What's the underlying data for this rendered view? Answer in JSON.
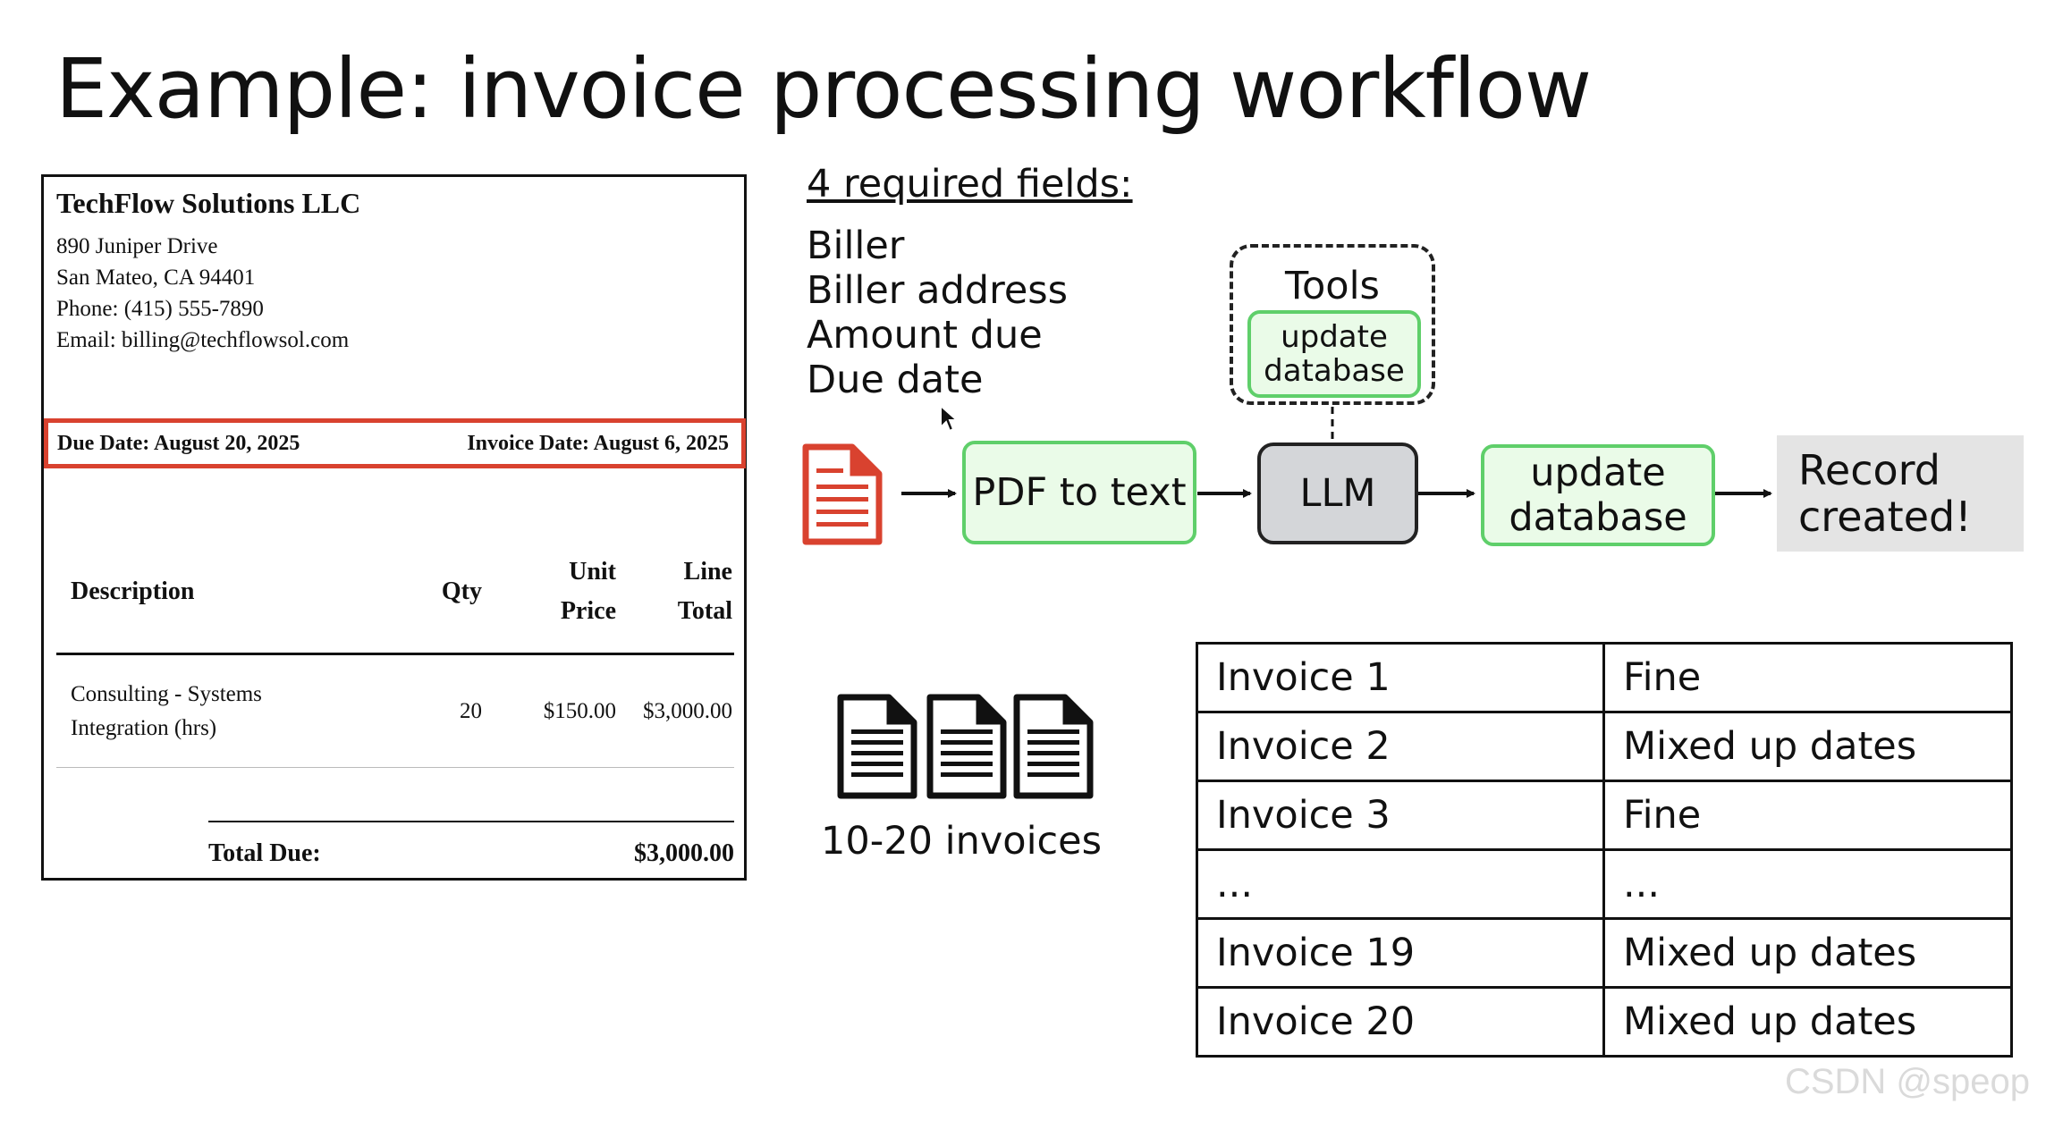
{
  "title": "Example: invoice processing workflow",
  "invoice": {
    "company": "TechFlow Solutions LLC",
    "address_lines": [
      "890 Juniper Drive",
      "San Mateo, CA 94401",
      "Phone: (415) 555-7890",
      "Email: billing@techflowsol.com"
    ],
    "due_date": "Due Date: August 20, 2025",
    "invoice_date": "Invoice Date: August 6, 2025",
    "headers": {
      "description": "Description",
      "qty": "Qty",
      "unit_price_1": "Unit",
      "unit_price_2": "Price",
      "line_total_1": "Line",
      "line_total_2": "Total"
    },
    "item": {
      "desc_1": "Consulting - Systems",
      "desc_2": "Integration (hrs)",
      "qty": "20",
      "unit_price": "$150.00",
      "line_total": "$3,000.00"
    },
    "total_label": "Total Due:",
    "total_value": "$3,000.00",
    "highlight_color": "#d9422f"
  },
  "required": {
    "heading": "4 required fields:",
    "fields": [
      "Biller",
      "Biller address",
      "Amount due",
      "Due date"
    ]
  },
  "flow": {
    "pdf_icon": "pdf-document-icon",
    "pdf_to_text": "PDF to text",
    "llm": "LLM",
    "update_1": "update",
    "update_2": "database",
    "tools_title": "Tools",
    "tool_1": "update",
    "tool_2": "database",
    "record_1": "Record",
    "record_2": "created!",
    "green_fill": "#eafbe8",
    "green_border": "#5fcf6a",
    "llm_fill": "#d4d6d9"
  },
  "invoices_label": "10-20 invoices",
  "results": [
    {
      "name": "Invoice 1",
      "status": "Fine"
    },
    {
      "name": "Invoice 2",
      "status": "Mixed up dates"
    },
    {
      "name": "Invoice 3",
      "status": "Fine"
    },
    {
      "name": "...",
      "status": "..."
    },
    {
      "name": "Invoice 19",
      "status": "Mixed up dates"
    },
    {
      "name": "Invoice 20",
      "status": "Mixed up dates"
    }
  ],
  "watermark": "CSDN @speop"
}
